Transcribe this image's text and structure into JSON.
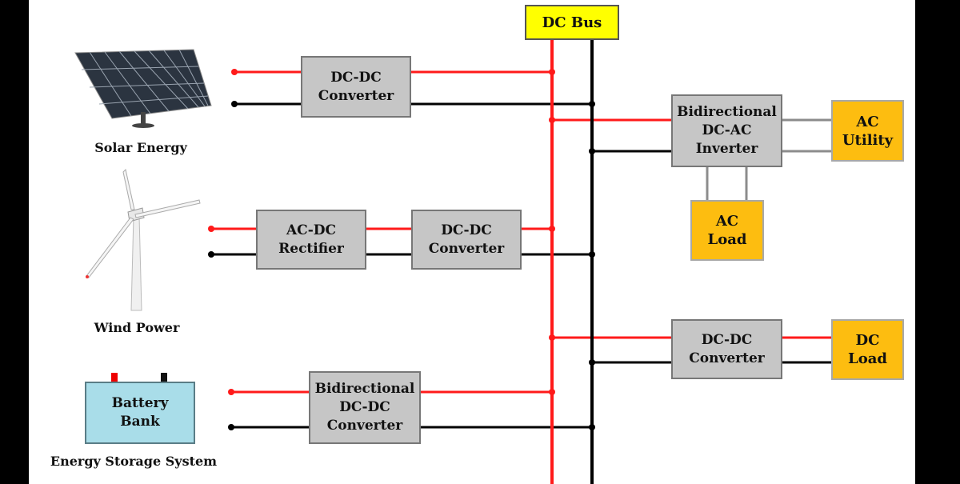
{
  "labels": {
    "dc_bus": "DC Bus",
    "solar": "Solar Energy",
    "wind": "Wind Power",
    "storage": "Energy Storage System"
  },
  "blocks": {
    "solar_converter": [
      "DC-DC",
      "Converter"
    ],
    "rectifier": [
      "AC-DC",
      "Rectifier"
    ],
    "wind_converter": [
      "DC-DC",
      "Converter"
    ],
    "battery_converter": [
      "Bidirectional",
      "DC-DC",
      "Converter"
    ],
    "battery": [
      "Battery",
      "Bank"
    ],
    "inverter": [
      "Bidirectional",
      "DC-AC",
      "Inverter"
    ],
    "ac_utility": [
      "AC",
      "Utility"
    ],
    "ac_load": [
      "AC",
      "Load"
    ],
    "dc_converter": [
      "DC-DC",
      "Converter"
    ],
    "dc_load": [
      "DC",
      "Load"
    ]
  },
  "colors": {
    "positive_line": "#ff1a1a",
    "negative_line": "#000000",
    "ac_line": "#8c8c8c",
    "converter_fill": "#c6c6c6",
    "load_fill": "#fdbd10",
    "bus_label_fill": "#ffff00",
    "battery_fill": "#a9dde9"
  }
}
